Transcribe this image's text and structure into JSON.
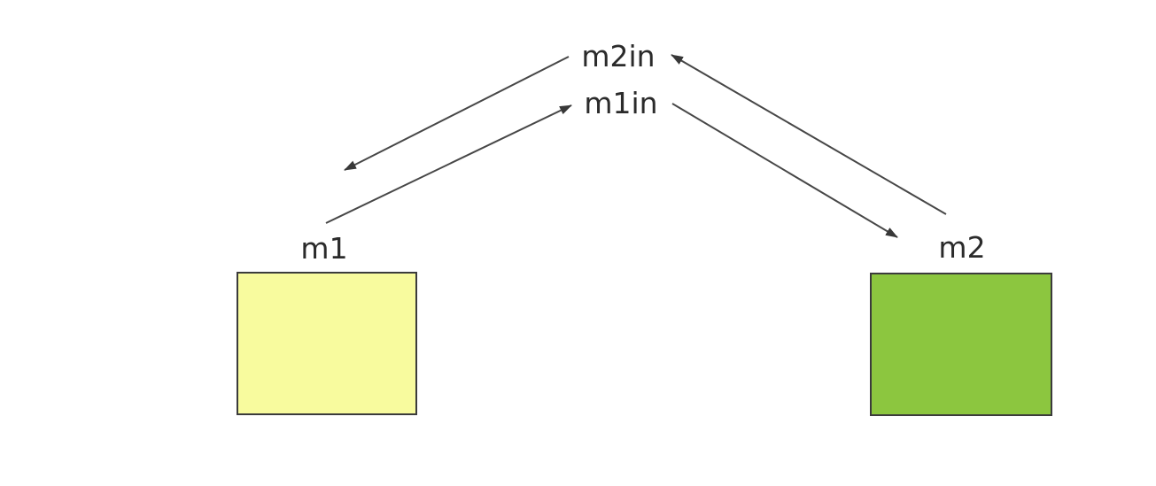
{
  "diagram": {
    "title": "message-passing diagram",
    "colors": {
      "background": "#ffffff",
      "line": "#474747",
      "arrowhead": "#383838",
      "m1_fill": "#f8fb9e",
      "m2_fill": "#8cc63f",
      "box_border": "#3b3b3b",
      "text": "#2b2b2b"
    },
    "nodes": {
      "m1": {
        "label": "m1"
      },
      "m2": {
        "label": "m2"
      },
      "m1in": {
        "label": "m1in"
      },
      "m2in": {
        "label": "m2in"
      }
    },
    "edges": [
      {
        "from": "m1",
        "to": "m1in"
      },
      {
        "from": "m2in",
        "to": "m1"
      },
      {
        "from": "m2",
        "to": "m2in"
      },
      {
        "from": "m1in",
        "to": "m2"
      }
    ]
  }
}
